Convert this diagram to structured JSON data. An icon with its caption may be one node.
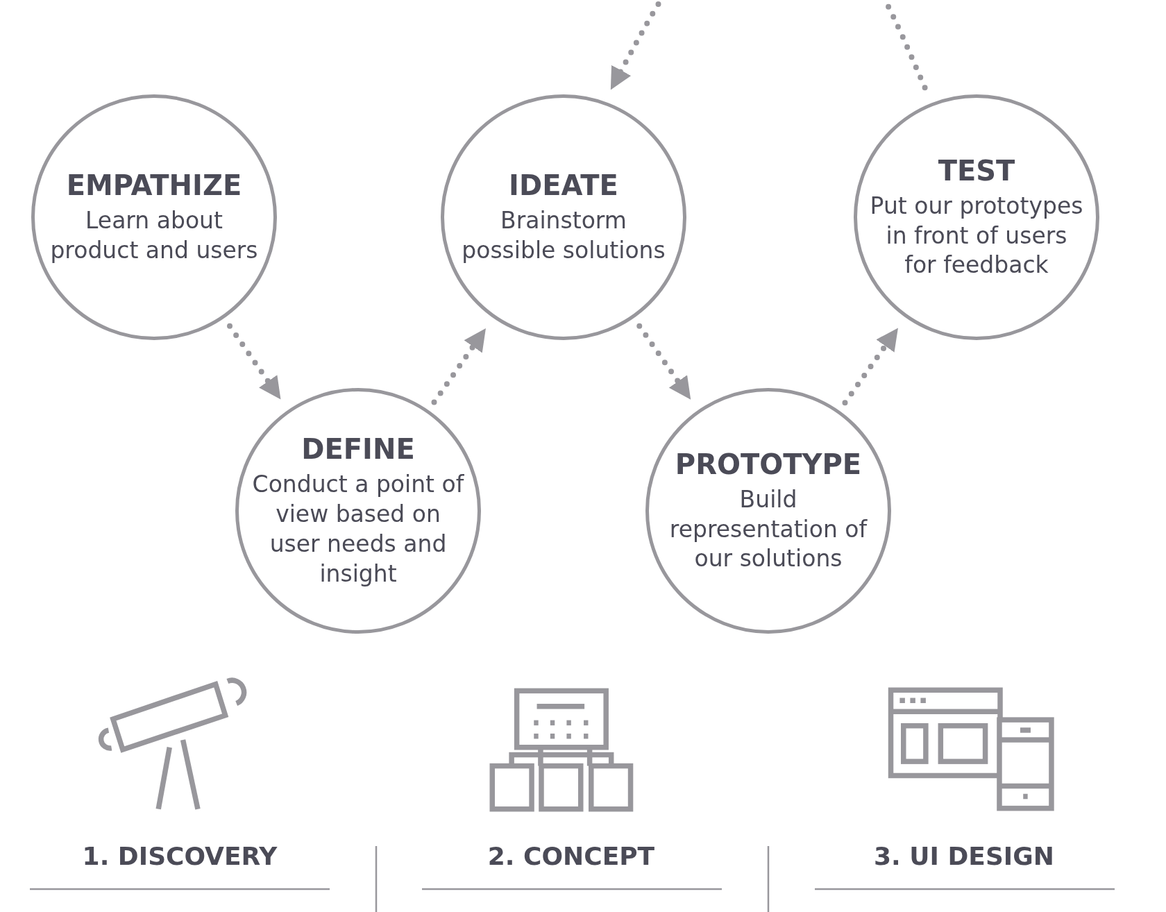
{
  "diagram": {
    "nodes": [
      {
        "text": [
          "EMPATHIZE",
          "Learn about product and users"
        ]
      },
      {
        "text": [
          "DEFINE",
          "Conduct a point of view based on user needs and insight"
        ]
      },
      {
        "text": [
          "IDEATE",
          "Brainstorm possible solutions"
        ]
      },
      {
        "text": [
          "PROTOTYPE",
          "Build representation of our solutions"
        ]
      },
      {
        "text": [
          "TEST",
          "Put our prototypes in front of users for feedback"
        ]
      }
    ],
    "edges": [
      {
        "from": 0,
        "to": 1,
        "arrow": "to"
      },
      {
        "from": 1,
        "to": 2,
        "arrow": "to"
      },
      {
        "from": 2,
        "to": 3,
        "arrow": "to"
      },
      {
        "from": 3,
        "to": 4,
        "arrow": "to"
      },
      {
        "from": 4,
        "to": 2,
        "arrow": "to"
      }
    ],
    "labels": [
      "1. DISCOVERY",
      "2. CONCEPT",
      "3. UI DESIGN"
    ]
  }
}
